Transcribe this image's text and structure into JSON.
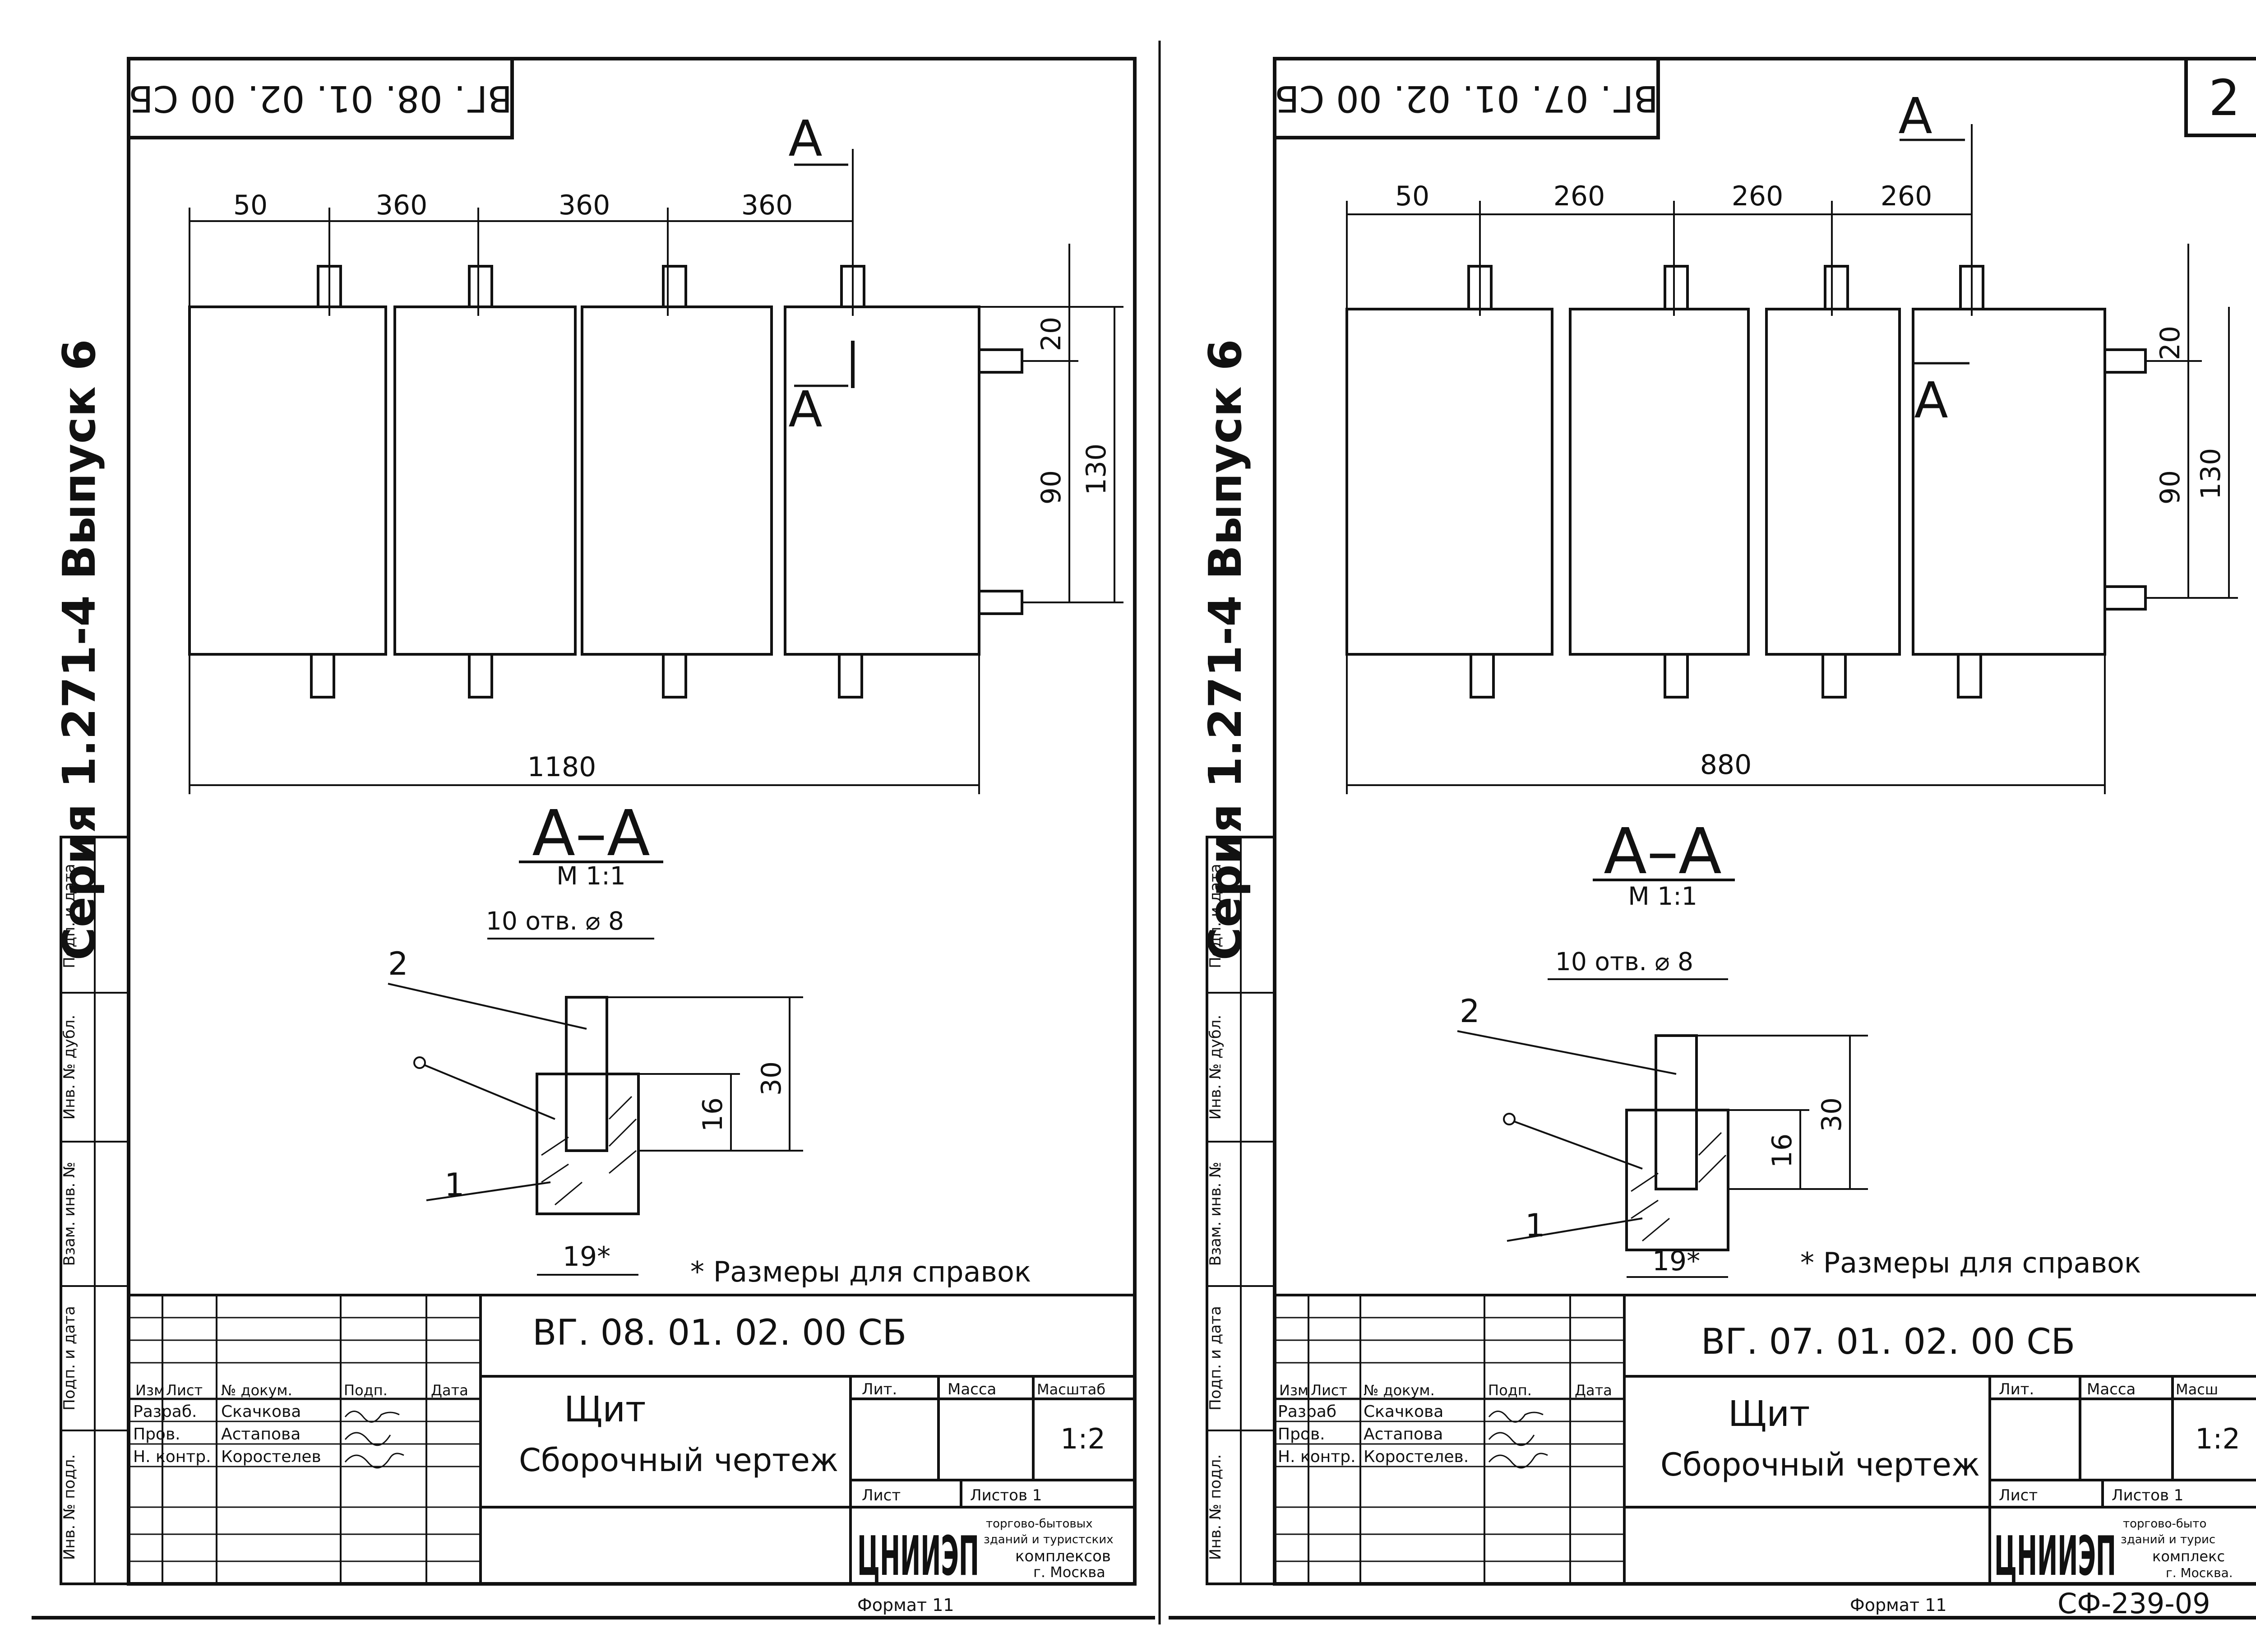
{
  "left_sheet": {
    "stamp_code": "ВГ. 08. 01. 02. 00 СБ",
    "series_text": "Серия 1.271-4 Выпуск 6",
    "dims_top": [
      "50",
      "360",
      "360",
      "360"
    ],
    "dim_overall": "1180",
    "dim_right_20": "20",
    "dim_right_90": "90",
    "dim_right_130": "130",
    "section_mark_top": "А",
    "section_mark_side": "А",
    "section_title": "А–А",
    "section_scale": "М 1:1",
    "holes_note": "10 отв. ⌀ 8",
    "dim_30": "30",
    "dim_16": "16",
    "dim_19": "19*",
    "leader_1": "1",
    "leader_2": "2",
    "ref_note": "* Размеры для справок",
    "tb_designation": "ВГ. 08. 01. 02. 00 СБ",
    "tb_name_line1": "Щит",
    "tb_name_line2": "Сборочный чертеж",
    "tb_lit": "Лит.",
    "tb_mass": "Масса",
    "tb_scale_hdr": "Масштаб",
    "tb_scale": "1:2",
    "tb_sheet": "Лист",
    "tb_sheets": "Листов 1",
    "tb_org_logo": "ЦНИИЭП",
    "tb_org_text": [
      "торгово-бытовых",
      "зданий и туристских",
      "комплексов",
      "г. Москва"
    ],
    "rows_hdr": [
      "Изм",
      "Лист",
      "№ докум.",
      "Подп.",
      "Дата"
    ],
    "rows": [
      [
        "Разраб.",
        "Скачкова"
      ],
      [
        "Пров.",
        "Астапова"
      ],
      [
        "Н. контр.",
        "Коростелев"
      ]
    ],
    "side_stamp": [
      "Инв. № подл.",
      "Подп. и дата",
      "Взам. инв. №",
      "Инв. № дубл.",
      "Подп. и дата"
    ],
    "format": "Формат 11"
  },
  "right_sheet": {
    "stamp_code": "ВГ. 07. 01. 02. 00 СБ",
    "page_num": "2",
    "series_text": "Серия 1.271-4 Выпуск 6",
    "dims_top": [
      "50",
      "260",
      "260",
      "260"
    ],
    "dim_overall": "880",
    "dim_right_20": "20",
    "dim_right_90": "90",
    "dim_right_130": "130",
    "section_mark_top": "А",
    "section_mark_side": "А",
    "section_title": "А–А",
    "section_scale": "М 1:1",
    "holes_note": "10 отв. ⌀ 8",
    "dim_30": "30",
    "dim_16": "16",
    "dim_19": "19*",
    "leader_1": "1",
    "leader_2": "2",
    "ref_note": "* Размеры для справок",
    "tb_designation": "ВГ. 07. 01. 02. 00 СБ",
    "tb_name_line1": "Щит",
    "tb_name_line2": "Сборочный чертеж",
    "tb_lit": "Лит.",
    "tb_mass": "Масса",
    "tb_scale_hdr": "Масш",
    "tb_scale": "1:2",
    "tb_sheet": "Лист",
    "tb_sheets": "Листов 1",
    "tb_org_logo": "ЦНИИЭП",
    "tb_org_text": [
      "торгово-быто",
      "зданий и турис",
      "комплекс",
      "г. Москва."
    ],
    "rows_hdr": [
      "Изм",
      "Лист",
      "№ докум.",
      "Подп.",
      "Дата"
    ],
    "rows": [
      [
        "Разраб",
        "Скачкова"
      ],
      [
        "Пров.",
        "Астапова"
      ],
      [
        "Н. контр.",
        "Коростелев."
      ]
    ],
    "side_stamp": [
      "Инв. № подл.",
      "Подп. и дата",
      "Взам. инв. №",
      "Инв. № дубл.",
      "Подп. и дата"
    ],
    "format": "Формат 11",
    "sf_code": "СФ-239-09"
  }
}
